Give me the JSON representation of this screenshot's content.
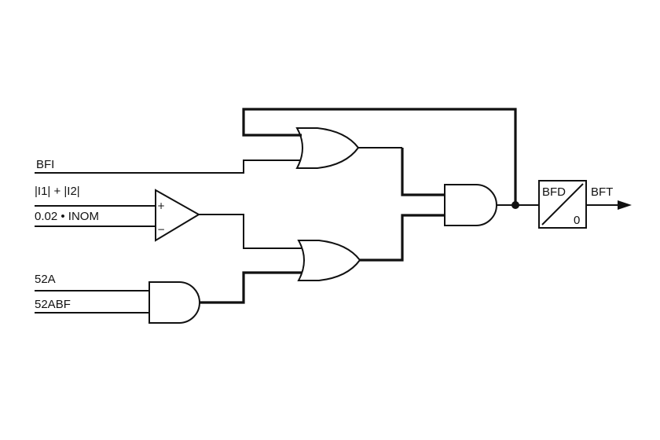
{
  "signals": {
    "bfi": "BFI",
    "i_sum": "|I1| + |I2|",
    "threshold": "0.02 • INOM",
    "a52": "52A",
    "a52bf": "52ABF",
    "bft": "BFT"
  },
  "comparator": {
    "plus": "+",
    "minus": "−"
  },
  "timer": {
    "label": "BFD",
    "value": "0"
  }
}
